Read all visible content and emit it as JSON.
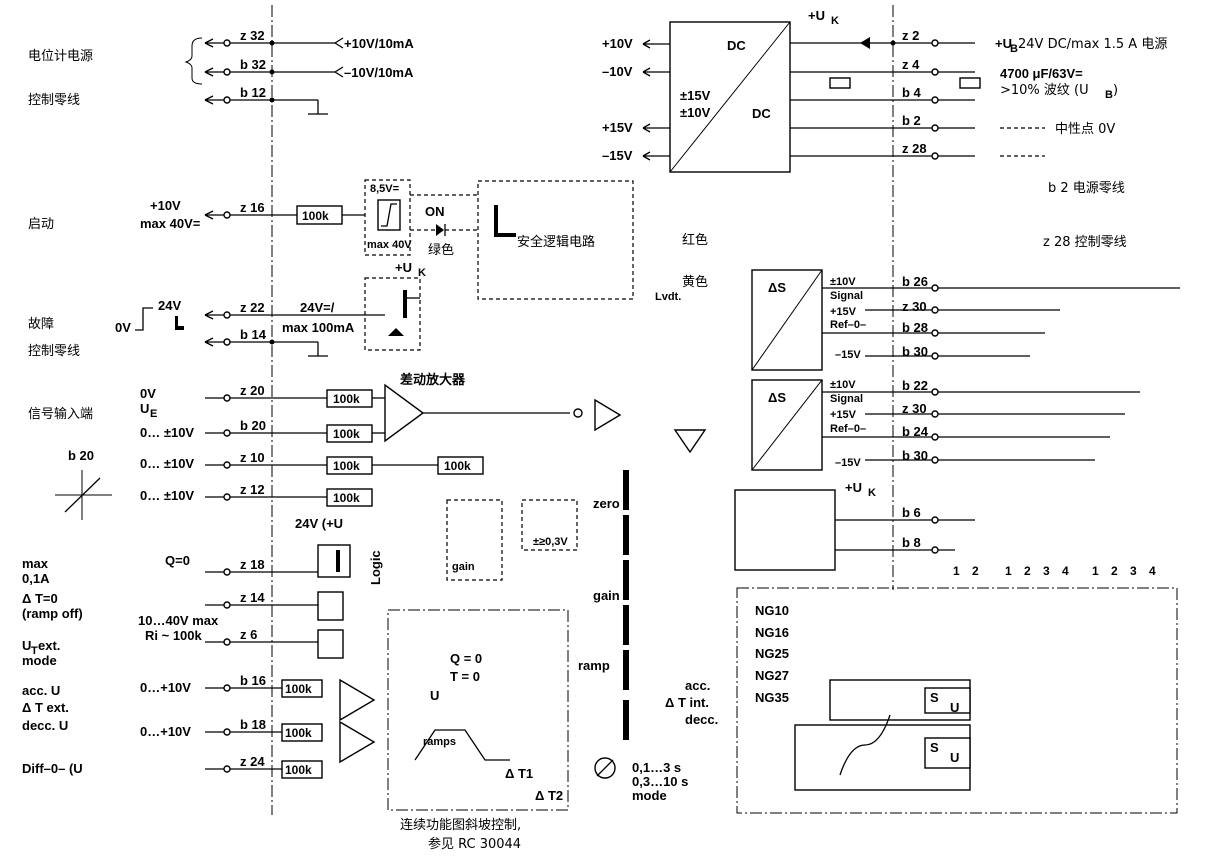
{
  "labels": {
    "pot_supply": "电位计电源",
    "ctrl_zero_1": "控制零线",
    "start": "启动",
    "fault": "故障",
    "ctrl_zero_2": "控制零线",
    "signal_input": "信号输入端",
    "diff_amp": "差动放大器",
    "safety_logic": "安全逻辑电路",
    "power_zero": "b 2 电源零线",
    "ctrl_zero_z28": "z 28 控制零线",
    "neutral": "中性点 0V",
    "supply": "+U",
    "supply_sub": "B",
    "supply_rest": " 24V DC/max 1.5 A 电源",
    "cap": "4700 μF/63V=",
    "ripple": ">10% 波纹 (U",
    "ripple_sub": "B",
    "ripple_end": ")",
    "ramp_note_1": "连续功能图斜坡控制,",
    "ramp_note_2": "参见 RC 30044",
    "green": "绿色",
    "red": "红色",
    "yellow": "黄色",
    "on": "ON"
  },
  "pins": {
    "z32": "z 32",
    "b32": "b 32",
    "b12": "b 12",
    "z16": "z 16",
    "z22": "z 22",
    "b14": "b 14",
    "z20": "z 20",
    "b20": "b 20",
    "z10": "z 10",
    "z12": "z 12",
    "z18": "z 18",
    "z14": "z 14",
    "z6": "z 6",
    "b16": "b 16",
    "b18": "b 18",
    "z24": "z 24",
    "z2": "z 2",
    "z4": "z 4",
    "b4": "b 4",
    "b2": "b 2",
    "z28": "z 28",
    "b26": "b 26",
    "z30a": "z 30",
    "b28": "b 28",
    "b30a": "b 30",
    "b22": "b 22",
    "z30b": "z 30",
    "b24": "b 24",
    "b30b": "b 30",
    "b6": "b 6",
    "b8": "b 8"
  },
  "values": {
    "p10v_10ma": "+10V/10mA",
    "m10v_10ma": "–10V/10mA",
    "p10v": "+10V",
    "max40v": "max 40V=",
    "r100k": "100k",
    "v85": "8,5V=",
    "max40": "max 40V",
    "uk": "+U",
    "uk_sub": "K",
    "v24": "24V",
    "v0": "0V",
    "v24max": "24V=/",
    "max100ma": "max 100mA",
    "in_0v": "0V",
    "in_ue": "U",
    "in_ue_sub": "E",
    "in_range": "0… ±10V",
    "b20_lbl": "b 20",
    "max01a": "max",
    "max01a_2": "0,1A",
    "dt0": "Δ T=0",
    "ramp_off": "(ramp off)",
    "ut_ext": "U",
    "ut_ext_sub": "T",
    "ut_ext_2": " ext.",
    "mode": "mode",
    "acc_ut": "acc. U",
    "dt_ext": "Δ T ext.",
    "decc_ut": "decc. U",
    "diff0": "Diff–0– (U",
    "diff0_end": ")",
    "v10_40": "10…40V max",
    "ri": "Ri ~ 100k",
    "v0_10": "0…+10V",
    "q0": "Q=0",
    "v24_ue": "24V (+U",
    "logic": "Logic",
    "gain": "gain",
    "zero": "zero",
    "ramp": "ramp",
    "acc": "acc.",
    "dt_int": "Δ T int.",
    "decc": "decc.",
    "pm03": "±≥0,3V",
    "q_eq0": "Q = 0",
    "t_eq0": "T = 0",
    "ut_eq_ext": "U",
    "ramps": "ramps",
    "t1": "Δ T1",
    "t2": "Δ T2",
    "si_1": "0,1…3 s",
    "si_2": "0,3…10 s",
    "si_3": "mode",
    "dc": "DC",
    "p15": "±15V",
    "p10": "±10V",
    "out_p10v": "+10V",
    "out_m10v": "–10V",
    "out_p15v": "+15V",
    "out_m15v": "–15V",
    "ds": "ΔS",
    "s_10v": "±10V",
    "s_signal": "Signal",
    "s_p15v": "+15V",
    "s_ref": "Ref–0–",
    "s_m15v": "–15V",
    "lvdt": "Lvdt.",
    "ng10": "NG10",
    "ng16": "NG16",
    "ng25": "NG25",
    "ng27": "NG27",
    "ng35": "NG35",
    "s_lbl": "S",
    "u_lbl": "U"
  }
}
